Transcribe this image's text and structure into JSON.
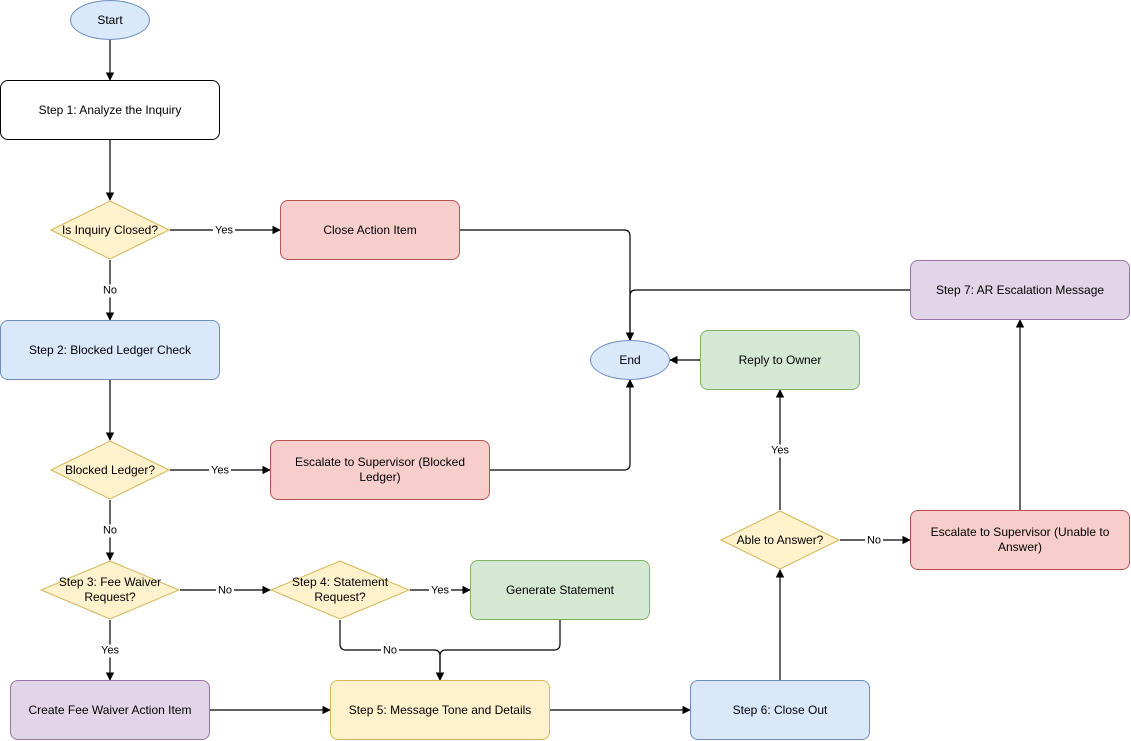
{
  "colors": {
    "blue_fill": "#dae8fc",
    "blue_stroke": "#6c8ebf",
    "red_fill": "#f8cecc",
    "red_stroke": "#b85450",
    "green_fill": "#d5e8d4",
    "green_stroke": "#82b366",
    "yellow_fill": "#fff2cc",
    "yellow_stroke": "#d6b656",
    "purple_fill": "#e1d5e7",
    "purple_stroke": "#9673a6",
    "white_fill": "#ffffff",
    "black_stroke": "#000000"
  },
  "nodes": {
    "start": "Start",
    "step1": "Step 1: Analyze the Inquiry",
    "inquiry_closed": "Is Inquiry Closed?",
    "close_action_item": "Close Action Item",
    "step2": "Step 2: Blocked Ledger Check",
    "blocked_ledger": "Blocked Ledger?",
    "escalate_blocked": "Escalate to Supervisor (Blocked Ledger)",
    "step3": "Step 3: Fee Waiver Request?",
    "step4": "Step 4: Statement Request?",
    "generate_statement": "Generate Statement",
    "create_fee_waiver": "Create Fee Waiver Action Item",
    "step5": "Step 5: Message Tone and Details",
    "step6": "Step 6: Close Out",
    "able_to_answer": "Able to Answer?",
    "reply_owner": "Reply to Owner",
    "escalate_unable": "Escalate to Supervisor (Unable to Answer)",
    "step7": "Step 7: AR Escalation Message",
    "end": "End"
  },
  "edge_labels": {
    "inquiry_closed_yes": "Yes",
    "inquiry_closed_no": "No",
    "blocked_yes": "Yes",
    "blocked_no": "No",
    "fee_waiver_no": "No",
    "fee_waiver_yes": "Yes",
    "statement_yes": "Yes",
    "statement_no": "No",
    "able_yes": "Yes",
    "able_no": "No"
  }
}
